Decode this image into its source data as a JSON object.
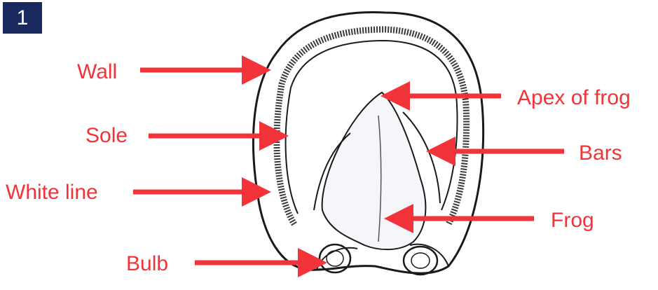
{
  "badge": {
    "number": "1"
  },
  "labels": {
    "wall": "Wall",
    "sole": "Sole",
    "white_line": "White line",
    "bulb": "Bulb",
    "apex": "Apex of frog",
    "bars": "Bars",
    "frog": "Frog"
  },
  "colors": {
    "label": "#f2343a",
    "arrow": "#f2343a",
    "outline": "#1a1a1a",
    "badge": "#1a2a5e"
  }
}
